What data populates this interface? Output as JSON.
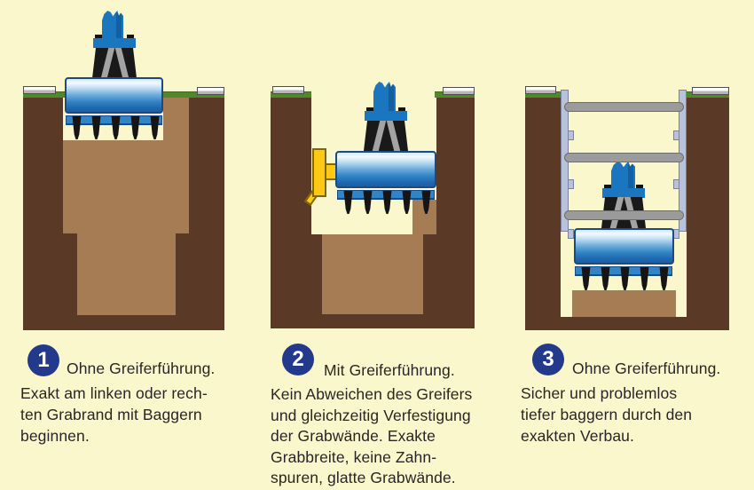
{
  "colors": {
    "bg": "#FBF7CC",
    "soil_dark": "#5A3926",
    "soil_light": "#A67C54",
    "grass": "#4E892C",
    "plate": "#B6B6B6",
    "badge": "#22398C",
    "grab_blue": "#1B76C0",
    "band_blue": "#2E86C8",
    "navy": "#1A4C82",
    "guide_yellow": "#FFC913",
    "guide_border": "#7C6700",
    "rail": "#B8C2DB",
    "rail_border": "#79819B",
    "strut": "#9B9B9B",
    "strut_border": "#6E6E6E",
    "text": "#292526"
  },
  "panels": [
    {
      "badge": "1",
      "caption_lines": [
        "Ohne Greiferführung.",
        "Exakt am linken oder rech-",
        "ten Grabrand mit Baggern",
        "beginnen."
      ]
    },
    {
      "badge": "2",
      "caption_lines": [
        "Mit Greiferführung.",
        "Kein Abweichen des Greifers",
        "und gleichzeitig Verfestigung",
        "der Grabwände. Exakte",
        "Grabbreite, keine Zahn-",
        "spuren, glatte Grabwände."
      ]
    },
    {
      "badge": "3",
      "caption_lines": [
        "Ohne Greiferführung.",
        "Sicher und problemlos",
        "tiefer baggern durch den",
        "exakten Verbau."
      ]
    }
  ]
}
